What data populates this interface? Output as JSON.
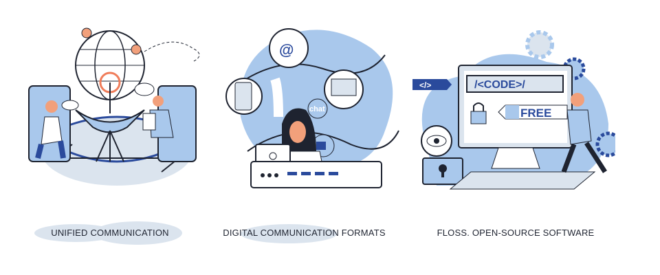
{
  "colors": {
    "dark_blue": "#2a4a9c",
    "light_blue": "#a9c8ec",
    "pale_blue": "#dbe4ee",
    "skin": "#f2a07b",
    "outline": "#1e2330"
  },
  "panels": [
    {
      "caption": "UNIFIED COMMUNICATION",
      "icons": [
        "globe-icon",
        "satellite-dish-icon",
        "location-pin-icon",
        "smartphone-icon",
        "chat-bubble-icon"
      ]
    },
    {
      "caption": "DIGITAL COMMUNICATION FORMATS",
      "chat_label": "chat",
      "icons": [
        "email-icon",
        "smartphone-icon",
        "monitor-icon",
        "video-camera-icon",
        "laptop-icon",
        "router-icon"
      ]
    },
    {
      "caption": "FLOSS. OPEN-SOURCE SOFTWARE",
      "code_tag": "</>",
      "code_label": "/<CODE>/",
      "free_label": "FREE",
      "icons": [
        "gear-icon",
        "padlock-icon",
        "eye-icon",
        "keyhole-icon",
        "monitor-icon"
      ]
    }
  ]
}
